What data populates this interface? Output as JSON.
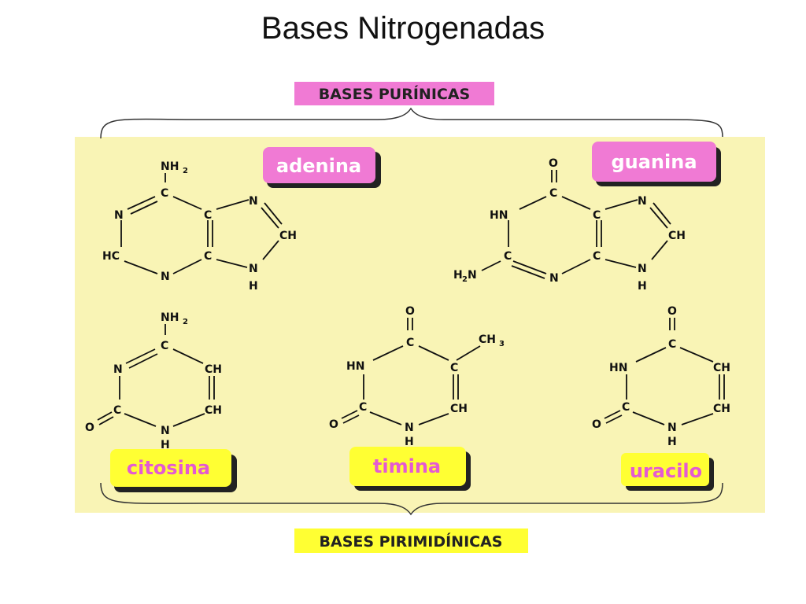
{
  "slide": {
    "title": "Bases Nitrogenadas"
  },
  "colors": {
    "panel": "#f9f4b5",
    "label_pink": "#f07ad4",
    "label_yellow": "#ffff33",
    "name_pink_text": "#ffffff",
    "name_yellow_text": "#e45ad2",
    "section_text": "#222222",
    "structure": "#111111"
  },
  "sections": {
    "purines": "BASES PURÍNICAS",
    "pyrimidines": "BASES PIRIMIDÍNICAS"
  },
  "bases": {
    "adenina": {
      "name": "adenina",
      "atoms": {
        "nh": "NH",
        "sub": "2",
        "c1": "C",
        "n1": "N",
        "c2": "C",
        "n3": "N",
        "hc": "HC",
        "c3": "C",
        "n4": "N",
        "c4": "CH",
        "n5": "N",
        "h": "H"
      }
    },
    "guanina": {
      "name": "guanina",
      "atoms": {
        "o": "O",
        "c1": "C",
        "hn": "HN",
        "c2": "C",
        "n1": "N",
        "ch": "CH",
        "c3": "C",
        "c4": "C",
        "n2": "N",
        "n3": "N",
        "h": "H",
        "h2n": "H",
        "sub": "2",
        "h2n_n": "N"
      }
    },
    "citosina": {
      "name": "citosina",
      "atoms": {
        "nh": "NH",
        "sub": "2",
        "c1": "C",
        "n1": "N",
        "ch1": "CH",
        "ch2": "CH",
        "c2": "C",
        "o": "O",
        "n2": "N",
        "h": "H"
      }
    },
    "timina": {
      "name": "timina",
      "atoms": {
        "o1": "O",
        "c1": "C",
        "ch": "CH",
        "sub": "3",
        "hn": "HN",
        "c2": "C",
        "ch2": "CH",
        "c3": "C",
        "o2": "O",
        "n": "N",
        "h": "H"
      }
    },
    "uracilo": {
      "name": "uracilo",
      "atoms": {
        "o1": "O",
        "c1": "C",
        "hn": "HN",
        "ch1": "CH",
        "ch2": "CH",
        "c2": "C",
        "o2": "O",
        "n": "N",
        "h": "H"
      }
    }
  }
}
